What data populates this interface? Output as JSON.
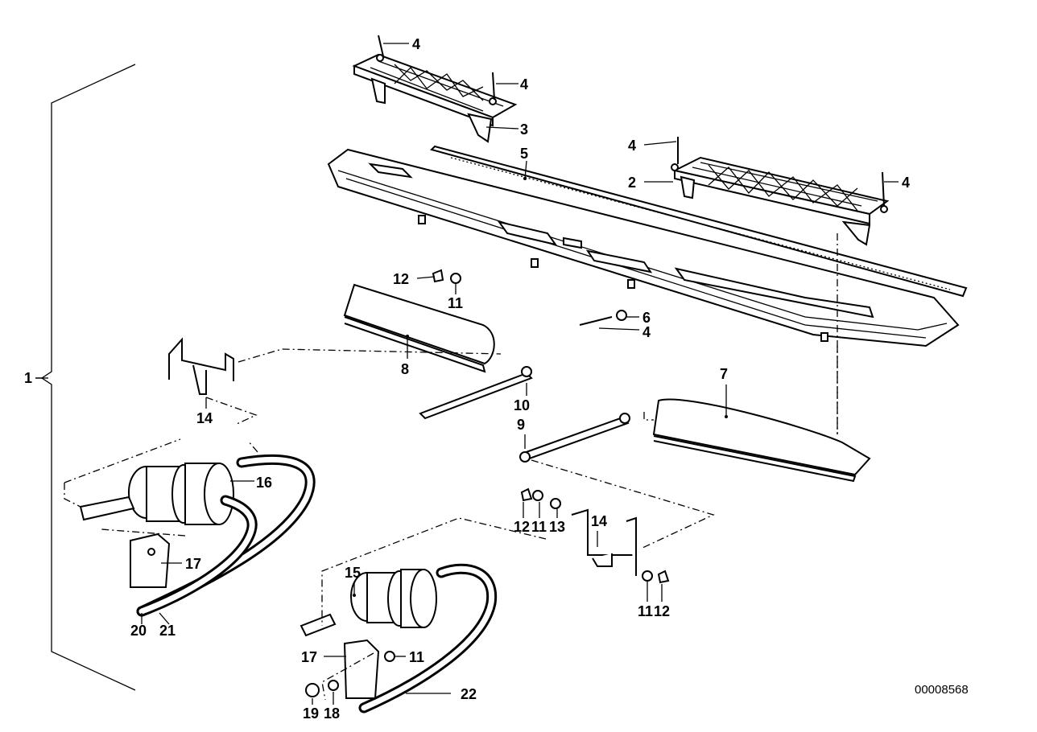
{
  "reference_number": "00008568",
  "labels": {
    "l1": "1",
    "l2": "2",
    "l3": "3",
    "l4a": "4",
    "l4b": "4",
    "l4c": "4",
    "l4d": "4",
    "l4e": "4",
    "l5": "5",
    "l6": "6",
    "l7": "7",
    "l8": "8",
    "l9": "9",
    "l10": "10",
    "l11a": "11",
    "l11b": "11",
    "l11c": "11",
    "l11d": "11",
    "l12a": "12",
    "l12b": "12",
    "l12c": "12",
    "l13": "13",
    "l14a": "14",
    "l14b": "14",
    "l15": "15",
    "l16": "16",
    "l17a": "17",
    "l17b": "17",
    "l18": "18",
    "l19": "19",
    "l20": "20",
    "l21": "21",
    "l22": "22"
  }
}
